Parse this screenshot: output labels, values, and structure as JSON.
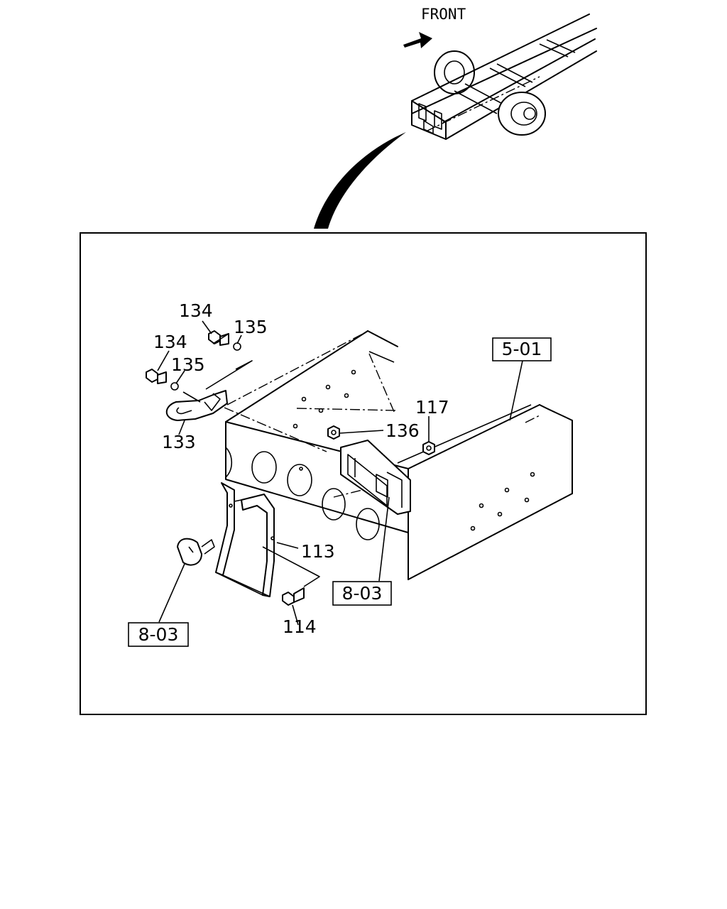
{
  "header": {
    "direction_label": "FRONT"
  },
  "callouts": {
    "c134a": "134",
    "c135a": "135",
    "c134b": "134",
    "c135b": "135",
    "c133": "133",
    "c136": "136",
    "c117": "117",
    "c113": "113",
    "c114": "114"
  },
  "refs": {
    "r501": "5-01",
    "r803_center": "8-03",
    "r803_left": "8-03"
  }
}
